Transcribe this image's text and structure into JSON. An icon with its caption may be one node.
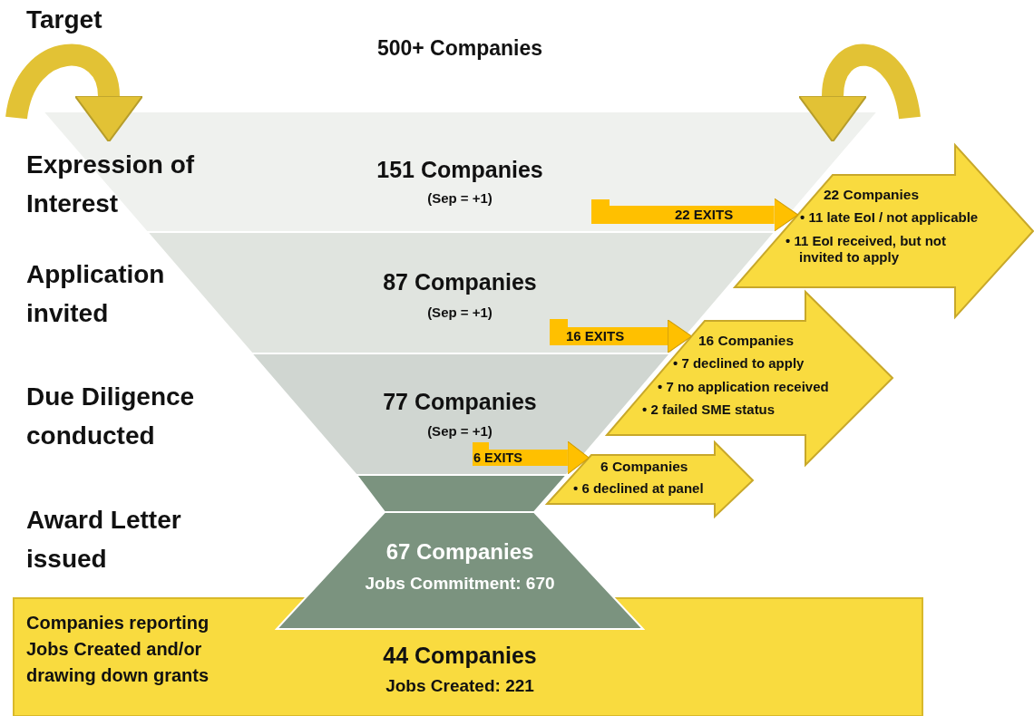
{
  "diagram": {
    "nodes": [
      {
        "text": [
          "151 Companies",
          "(Sep = +1)"
        ]
      },
      {
        "text": [
          "87 Companies",
          "(Sep = +1)"
        ]
      },
      {
        "text": [
          "77 Companies",
          "(Sep = +1)"
        ]
      },
      {
        "text": [],
        "shape": "box"
      },
      {
        "text": [
          "67 Companies",
          "Jobs Commitment: 670"
        ]
      },
      {
        "text": [
          "Companies reporting Jobs Created and/or drawing down grants",
          "44 Companies",
          "Jobs Created: 221"
        ]
      },
      {
        "text": [
          "22 Companies",
          "• 11 late EoI / not applicable",
          "• 11 EoI received, but not invited to apply"
        ]
      },
      {
        "text": [
          "16 Companies",
          "• 7 declined to apply",
          "• 7 no application received",
          "• 2 failed SME status"
        ]
      },
      {
        "text": [
          "6 Companies",
          "• 6 declined at panel"
        ]
      }
    ],
    "edges": [
      {
        "from": 0,
        "to": 6,
        "arrow": "to",
        "label": "22 EXITS",
        "color": "#ffc000"
      },
      {
        "from": 1,
        "to": 7,
        "arrow": "to",
        "label": "16 EXITS",
        "color": "#ffc000"
      },
      {
        "from": 2,
        "to": 8,
        "arrow": "to",
        "label": "6 EXITS",
        "color": "#ffc000"
      },
      {
        "from": null,
        "to": 0,
        "arrow": "to",
        "color": "#e2c235"
      },
      {
        "from": null,
        "to": 0,
        "arrow": "to",
        "color": "#e2c235"
      }
    ],
    "labels": [
      "Target",
      "500+ Companies",
      "Expression of Interest",
      "Application invited",
      "Due Diligence conducted",
      "Award Letter issued"
    ]
  }
}
